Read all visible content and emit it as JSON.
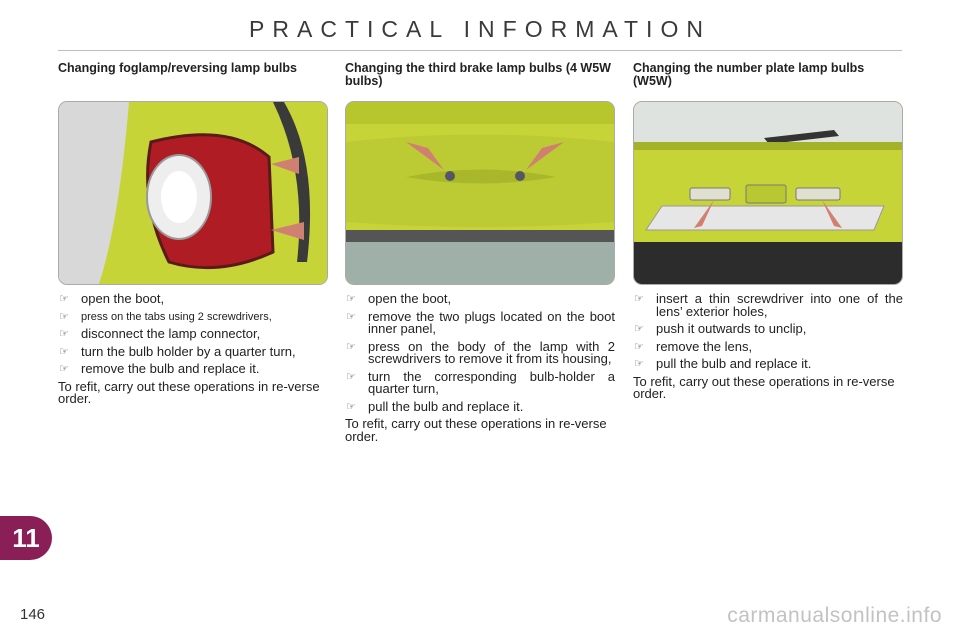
{
  "header": {
    "title": "PRACTICAL INFORMATION"
  },
  "columns": [
    {
      "heading": "Changing foglamp/reversing lamp bulbs",
      "steps": [
        "open the boot,",
        "press on the tabs using 2 screwdrivers,",
        "disconnect the lamp connector,",
        "turn the bulb holder by a quarter turn,",
        "remove the bulb and replace it."
      ],
      "note": "To refit, carry out these operations in re-verse order."
    },
    {
      "heading": "Changing the third brake lamp bulbs (4 W5W bulbs)",
      "steps": [
        "open the boot,",
        "remove the two plugs located on the boot inner panel,",
        "press on the body of the lamp with 2 screwdrivers to remove it from its housing,",
        "turn the corresponding bulb-holder a quarter turn,",
        "pull the bulb and replace it."
      ],
      "note": "To refit, carry out these operations in re-verse order."
    },
    {
      "heading": "Changing the number plate lamp bulbs (W5W)",
      "steps": [
        "insert a thin screwdriver into one of the lens’ exterior holes,",
        "push it outwards to unclip,",
        "remove the lens,",
        "pull the bulb and replace it."
      ],
      "note": "To refit, carry out these operations in re-verse order."
    }
  ],
  "chapter": {
    "number": "11"
  },
  "footer": {
    "page_number": "146",
    "watermark": "carmanualsonline.info"
  },
  "icons": {
    "bullet": "pointing-hand-icon"
  },
  "colors": {
    "accent": "#8a1e57",
    "car_body": "#c9d63a"
  }
}
